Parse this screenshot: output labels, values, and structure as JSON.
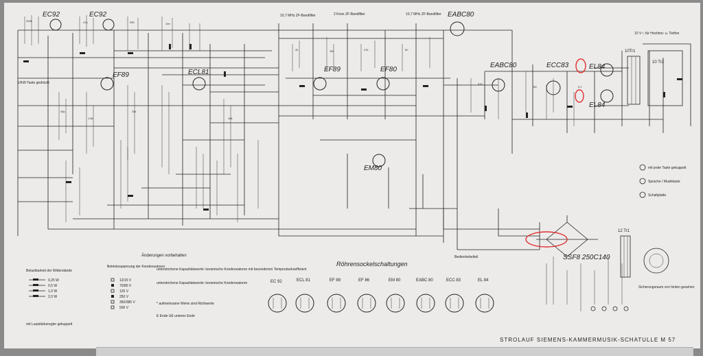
{
  "title_block": "STROLAUF  SIEMENS-KAMMERMUSIK-SCHATULLE  M 57",
  "tubes": {
    "ec92_a": "EC92",
    "ec92_b": "EC92",
    "ef89_a": "EF89",
    "ecl81": "ECL81",
    "ef89_b": "EF89",
    "ef80": "EF80",
    "eabc80_top": "EABC80",
    "eabc80_mid": "EABC80",
    "ecc83": "ECC83",
    "el84_a": "EL84",
    "el84_b": "EL84",
    "em80": "EM80",
    "rectifier": "SSF8 250C140"
  },
  "headers": {
    "if_filter_1": "10,7 MHz ZF-Bandfilter",
    "if_filter_2": "2 Kreis ZF-Bandfilter",
    "if_filter_3": "10,7 MHz ZF-Bandfilter",
    "speaker_note": "10 V~; für Hochton- u. Tiefton"
  },
  "transformer_labels": {
    "output_1": "10Tr1",
    "output_2": "10 Tr2",
    "power": "12 Tr1"
  },
  "notes": {
    "changes": "Änderungen vorbehalten",
    "ukw_antenna": "UKW-Taste gedrückt",
    "stages": "Bedienhebelteil",
    "legend_1": "mit jeder Taste gekuppelt",
    "legend_2": "Sprache / Musiktaste",
    "legend_3": "Schaltplatte",
    "fuse_note": "Sicherungsraum von hinten gesehen"
  },
  "resistor_legend": {
    "title": "Belastbarkeit der Widerstände",
    "items": [
      "0,25 W",
      "0,5 W",
      "1,0 W",
      "2,0 W"
    ],
    "footer": "mit Lautstärkeregler gekuppelt"
  },
  "voltage_legend": {
    "title": "Betriebsspannung der Kondensatoren",
    "items": [
      "12/15 V",
      "70/80 V",
      "125 V",
      "250 V",
      "350/385 V",
      "500 V"
    ]
  },
  "capacitor_notes": [
    "unterstrichene Kapazitätswerte: keramische Kondensatoren mit besonderem Temperaturkoeffizient",
    "unterstrichene Kapazitätswerte: keramische Kondensatoren",
    "* aufmerksame Werte sind Richtwerte",
    "E  Ende    UE  unteres Ende"
  ],
  "socket_section": {
    "title": "Röhrensockelschaltungen",
    "tubes": [
      "EC 92",
      "ECL 81",
      "EF 89",
      "EF 86",
      "EM 80",
      "EABC 80",
      "ECC 83",
      "EL 84"
    ]
  }
}
